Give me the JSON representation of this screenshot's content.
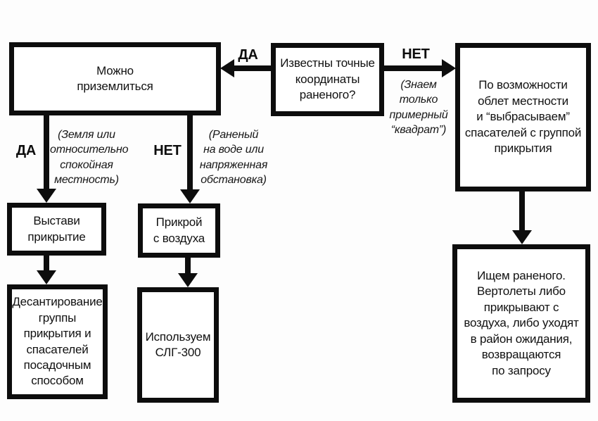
{
  "diagram": {
    "type": "flowchart",
    "language": "ru",
    "colors": {
      "line": "#0d0d0d",
      "background": "#ffffff",
      "text": "#111111"
    },
    "nodes": {
      "coords_question": {
        "text": "Известны точные\nкоординаты\nраненого?"
      },
      "can_land": {
        "text": "Можно\nприземлиться"
      },
      "overfly": {
        "text": "По возможности\nоблет местности\nи “выбрасываем”\nспасателей с группой\nприкрытия"
      },
      "set_cover": {
        "text": "Выстави\nприкрытие"
      },
      "cover_from_air": {
        "text": "Прикрой\nс воздуха"
      },
      "landing_deploy": {
        "text": "Десантирование\nгруппы\nприкрытия и\nспасателей\nпосадочным\nспособом"
      },
      "use_slg": {
        "text": "Используем\nСЛГ-300"
      },
      "search_wounded": {
        "text": "Ищем раненого.\nВертолеты либо\nприкрывают с\nвоздуха, либо уходят\nв район ожидания,\nвозвращаются\nпо запросу"
      }
    },
    "edges": {
      "yes_left": {
        "label": "ДА"
      },
      "no_right": {
        "label": "НЕТ",
        "note": "(Знаем\nтолько\nпримерный\n“квадрат”)"
      },
      "yes_down": {
        "label": "ДА",
        "note": "(Земля или\nотносительно\nспокойная\nместность)"
      },
      "no_down": {
        "label": "НЕТ",
        "note": "(Раненый\nна воде или\nнапряженная\nобстановка)"
      }
    }
  }
}
